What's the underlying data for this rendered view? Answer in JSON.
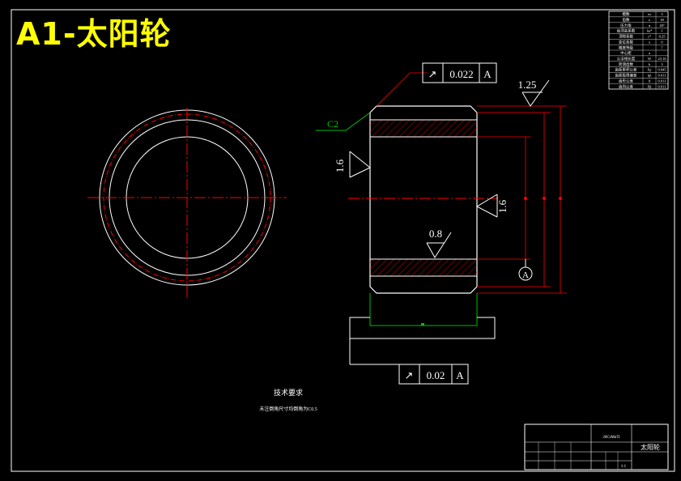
{
  "drawing": {
    "title": "A1-太阳轮",
    "colors": {
      "background": "#000000",
      "outline": "#ffffff",
      "center_line": "#ff0000",
      "dimension": "#ff0000",
      "chamfer_leader": "#00c000",
      "title": "#ffff00",
      "annotation_box": "#ffffff"
    }
  },
  "annotations": {
    "runout_top_value": "0.022",
    "runout_top_datum": "A",
    "runout_bottom_value": "0.02",
    "runout_bottom_datum": "A",
    "roughness_top": "1.25",
    "roughness_left": "1.6",
    "roughness_right": "1.6",
    "roughness_bore": "0.8",
    "chamfer": "C2",
    "datum_label": "A",
    "runout_symbol": "↗"
  },
  "notes": {
    "heading": "技术要求",
    "body": "未注倒角尺寸均倒角为C0.5"
  },
  "title_block": {
    "part_name": "太阳轮",
    "material": "20CrMnTi",
    "scale": "1:1"
  },
  "param_table": {
    "rows": [
      [
        "模数",
        "m",
        "3"
      ],
      [
        "齿数",
        "z",
        "18"
      ],
      [
        "压力角",
        "α",
        "20°"
      ],
      [
        "齿顶高系数",
        "ha*",
        "1"
      ],
      [
        "顶隙系数",
        "c*",
        "0.25"
      ],
      [
        "变位系数",
        "x",
        "0"
      ],
      [
        "精度等级",
        "",
        "7"
      ],
      [
        "中心距",
        "a",
        ""
      ],
      [
        "公法线长度",
        "W",
        "23.16"
      ],
      [
        "跨测齿数",
        "k",
        "3"
      ],
      [
        "齿距累积公差",
        "Fp",
        "0.045"
      ],
      [
        "齿距极限偏差",
        "fpt",
        "0.011"
      ],
      [
        "齿形公差",
        "ff",
        "0.011"
      ],
      [
        "齿向公差",
        "Fβ",
        "0.011"
      ]
    ]
  }
}
